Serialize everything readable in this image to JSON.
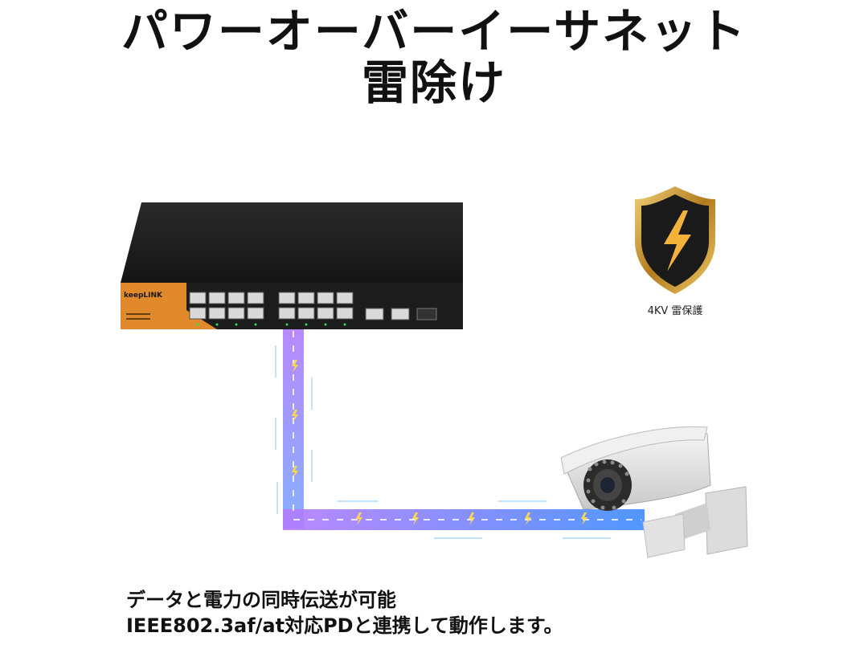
{
  "heading": {
    "line1": "パワーオーバーイーサネット",
    "line2": "雷除け"
  },
  "switch": {
    "brand": "keepLINK",
    "port_count_rj45": 16,
    "port_count_uplink": 2,
    "port_count_sfp": 1
  },
  "badge": {
    "icon": "lightning-shield-icon",
    "label": "4KV 雷保護"
  },
  "colors": {
    "cable_start": "#a26bff",
    "cable_end": "#3d8cff",
    "shield_gold": "#d9a441",
    "switch_body": "#1b1b1b",
    "switch_accent": "#e08a2c"
  },
  "caption": {
    "line1": "データと電力の同時伝送が可能",
    "line2": "IEEE802.3af/at対応PDと連携して動作します。"
  }
}
